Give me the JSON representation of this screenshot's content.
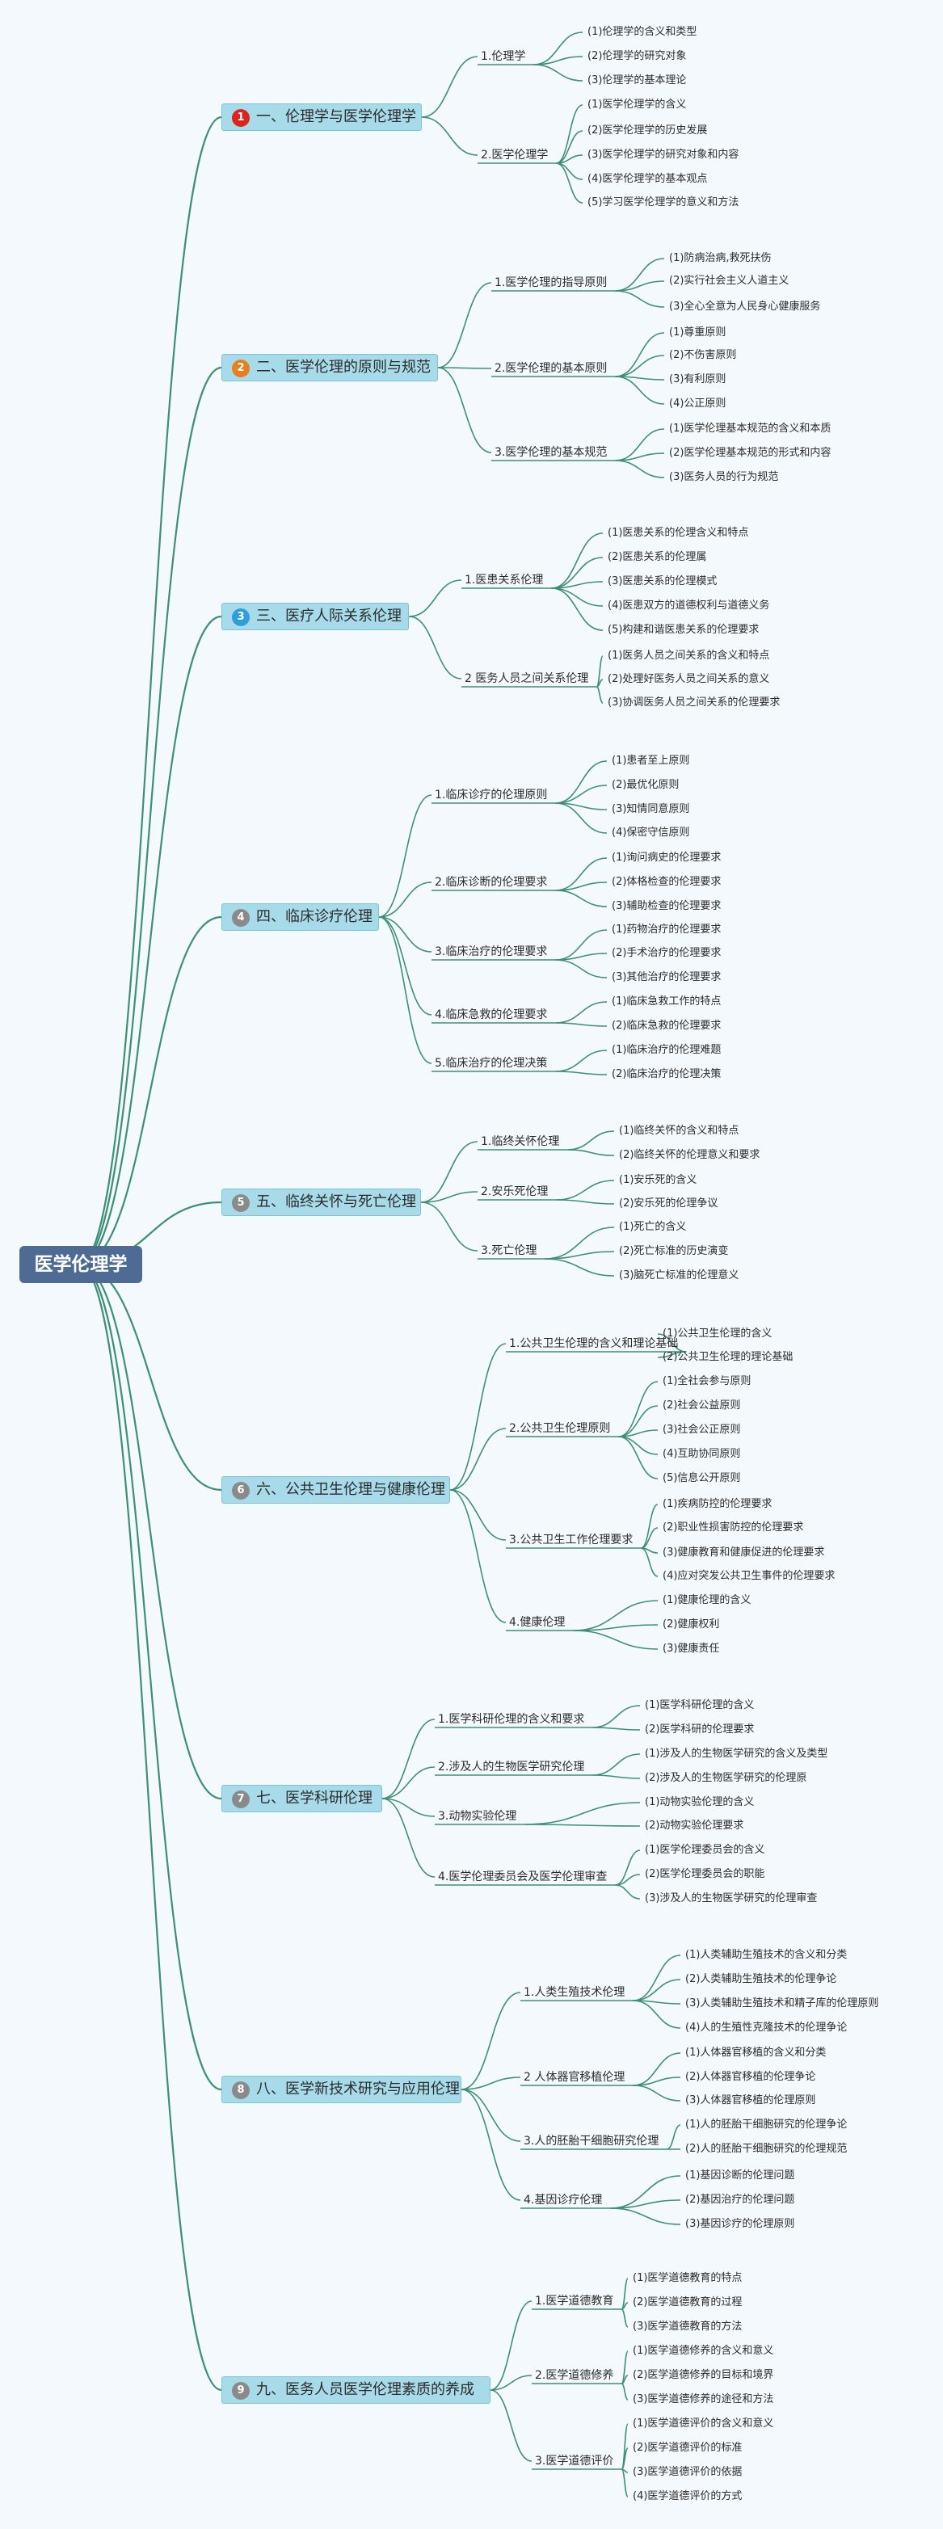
{
  "root": "医学伦理学",
  "badge_colors": [
    "#d9251e",
    "#e87f1e",
    "#2d9fdc",
    "#8a8a8a",
    "#8a8a8a",
    "#8a8a8a",
    "#8a8a8a",
    "#8a8a8a",
    "#8a8a8a"
  ],
  "branches": [
    {
      "num": "1",
      "label": "一、伦理学与医学伦理学",
      "subs": [
        {
          "label": "1.伦理学",
          "leaves": [
            "(1)伦理学的含义和类型",
            "(2)伦理学的研究对象",
            "(3)伦理学的基本理论"
          ]
        },
        {
          "label": "2.医学伦理学",
          "leaves": [
            "(1)医学伦理学的含义",
            "(2)医学伦理学的历史发展",
            "(3)医学伦理学的研究对象和内容",
            "(4)医学伦理学的基本观点",
            "(5)学习医学伦理学的意义和方法"
          ]
        }
      ]
    },
    {
      "num": "2",
      "label": "二、医学伦理的原则与规范",
      "subs": [
        {
          "label": "1.医学伦理的指导原则",
          "leaves": [
            "(1)防病治病,救死扶伤",
            "(2)实行社会主义人道主义",
            "(3)全心全意为人民身心健康服务"
          ]
        },
        {
          "label": "2.医学伦理的基本原则",
          "leaves": [
            "(1)尊重原则",
            "(2)不伤害原则",
            "(3)有利原则",
            "(4)公正原则"
          ]
        },
        {
          "label": "3.医学伦理的基本规范",
          "leaves": [
            "(1)医学伦理基本规范的含义和本质",
            "(2)医学伦理基本规范的形式和内容",
            "(3)医务人员的行为规范"
          ]
        }
      ]
    },
    {
      "num": "3",
      "label": "三、医疗人际关系伦理",
      "subs": [
        {
          "label": "1.医患关系伦理",
          "leaves": [
            "(1)医患关系的伦理含义和特点",
            "(2)医患关系的伦理属",
            "(3)医患关系的伦理模式",
            "(4)医患双方的道德权利与道德义务",
            "(5)构建和谐医患关系的伦理要求"
          ]
        },
        {
          "label": "2 医务人员之间关系伦理",
          "leaves": [
            "(1)医务人员之间关系的含义和特点",
            "(2)处理好医务人员之间关系的意义",
            "(3)协调医务人员之间关系的伦理要求"
          ]
        }
      ]
    },
    {
      "num": "4",
      "label": "四、临床诊疗伦理",
      "subs": [
        {
          "label": "1.临床诊疗的伦理原则",
          "leaves": [
            "(1)患者至上原则",
            "(2)最优化原则",
            "(3)知情同意原则",
            "(4)保密守信原则"
          ]
        },
        {
          "label": "2.临床诊断的伦理要求",
          "leaves": [
            "(1)询问病史的伦理要求",
            "(2)体格检查的伦理要求",
            "(3)辅助检查的伦理要求"
          ]
        },
        {
          "label": "3.临床治疗的伦理要求",
          "leaves": [
            "(1)药物治疗的伦理要求",
            "(2)手术治疗的伦理要求",
            "(3)其他治疗的伦理要求"
          ]
        },
        {
          "label": "4.临床急救的伦理要求",
          "leaves": [
            "(1)临床急救工作的特点",
            "(2)临床急救的伦理要求"
          ]
        },
        {
          "label": "5.临床治疗的伦理决策",
          "leaves": [
            "(1)临床治疗的伦理难题",
            "(2)临床治疗的伦理决策"
          ]
        }
      ]
    },
    {
      "num": "5",
      "label": "五、临终关怀与死亡伦理",
      "subs": [
        {
          "label": "1.临终关怀伦理",
          "leaves": [
            "(1)临终关怀的含义和特点",
            "(2)临终关怀的伦理意义和要求"
          ]
        },
        {
          "label": "2.安乐死伦理",
          "leaves": [
            "(1)安乐死的含义",
            "(2)安乐死的伦理争议"
          ]
        },
        {
          "label": "3.死亡伦理",
          "leaves": [
            "(1)死亡的含义",
            "(2)死亡标准的历史演变",
            "(3)脑死亡标准的伦理意义"
          ]
        }
      ]
    },
    {
      "num": "6",
      "label": "六、公共卫生伦理与健康伦理",
      "subs": [
        {
          "label": "1.公共卫生伦理的含义和理论基础",
          "leaves": [
            "(1)公共卫生伦理的含义",
            "(2)公共卫生伦理的理论基础"
          ]
        },
        {
          "label": "2.公共卫生伦理原则",
          "leaves": [
            "(1)全社会参与原则",
            "(2)社会公益原则",
            "(3)社会公正原则",
            "(4)互助协同原则",
            "(5)信息公开原则"
          ]
        },
        {
          "label": "3.公共卫生工作伦理要求",
          "leaves": [
            "(1)疾病防控的伦理要求",
            "(2)职业性损害防控的伦理要求",
            "(3)健康教育和健康促进的伦理要求",
            "(4)应对突发公共卫生事件的伦理要求"
          ]
        },
        {
          "label": "4.健康伦理",
          "leaves": [
            "(1)健康伦理的含义",
            "(2)健康权利",
            "(3)健康责任"
          ]
        }
      ]
    },
    {
      "num": "7",
      "label": "七、医学科研伦理",
      "subs": [
        {
          "label": "1.医学科研伦理的含义和要求",
          "leaves": [
            "(1)医学科研伦理的含义",
            "(2)医学科研的伦理要求"
          ]
        },
        {
          "label": "2.涉及人的生物医学研究伦理",
          "leaves": [
            "(1)涉及人的生物医学研究的含义及类型",
            "(2)涉及人的生物医学研究的伦理原"
          ]
        },
        {
          "label": "3.动物实验伦理",
          "leaves": [
            "(1)动物实验伦理的含义",
            "(2)动物实验伦理要求"
          ]
        },
        {
          "label": "4.医学伦理委员会及医学伦理审查",
          "leaves": [
            "(1)医学伦理委员会的含义",
            "(2)医学伦理委员会的职能",
            "(3)涉及人的生物医学研究的伦理审查"
          ]
        }
      ]
    },
    {
      "num": "8",
      "label": "八、医学新技术研究与应用伦理",
      "subs": [
        {
          "label": "1.人类生殖技术伦理",
          "leaves": [
            "(1)人类辅助生殖技术的含义和分类",
            "(2)人类辅助生殖技术的伦理争论",
            "(3)人类辅助生殖技术和精子库的伦理原则",
            "(4)人的生殖性克隆技术的伦理争论"
          ]
        },
        {
          "label": "2 人体器官移植伦理",
          "leaves": [
            "(1)人体器官移植的含义和分类",
            "(2)人体器官移植的伦理争论",
            "(3)人体器官移植的伦理原则"
          ]
        },
        {
          "label": "3.人的胚胎干细胞研究伦理",
          "leaves": [
            "(1)人的胚胎干细胞研究的伦理争论",
            "(2)人的胚胎干细胞研究的伦理规范"
          ]
        },
        {
          "label": "4.基因诊疗伦理",
          "leaves": [
            "(1)基因诊断的伦理问题",
            "(2)基因治疗的伦理问题",
            "(3)基因诊疗的伦理原则"
          ]
        }
      ]
    },
    {
      "num": "9",
      "label": "九、医务人员医学伦理素质的养成",
      "subs": [
        {
          "label": "1.医学道德教育",
          "leaves": [
            "(1)医学道德教育的特点",
            "(2)医学道德教育的过程",
            "(3)医学道德教育的方法"
          ]
        },
        {
          "label": "2.医学道德修养",
          "leaves": [
            "(1)医学道德修养的含义和意义",
            "(2)医学道德修养的目标和境界",
            "(3)医学道德修养的途径和方法"
          ]
        },
        {
          "label": "3.医学道德评价",
          "leaves": [
            "(1)医学道德评价的含义和意义",
            "(2)医学道德评价的标准",
            "(3)医学道德评价的依据",
            "(4)医学道德评价的方式"
          ]
        }
      ]
    }
  ]
}
